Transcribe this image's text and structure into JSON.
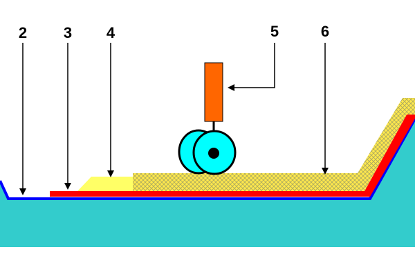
{
  "callouts": [
    {
      "id": "2",
      "label": "2"
    },
    {
      "id": "3",
      "label": "3"
    },
    {
      "id": "4",
      "label": "4"
    },
    {
      "id": "5",
      "label": "5"
    },
    {
      "id": "6",
      "label": "6"
    }
  ],
  "colors": {
    "ground": "#33CCCC",
    "liner_blue": "#0000FF",
    "liner_red": "#FF0000",
    "fill_yellow": "#FFFF66",
    "hatch_yellow": "#FFE84D",
    "hatch_line": "#A8A860",
    "compactor_orange": "#FF6600",
    "roller_cyan": "#00FFFF",
    "line_black": "#000000"
  },
  "icons": {
    "compactor": "roller-compactor-icon",
    "arrow": "arrow-down-icon"
  }
}
